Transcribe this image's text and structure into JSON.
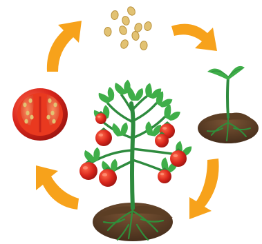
{
  "diagram": {
    "type": "life-cycle",
    "subject": "tomato plant",
    "stages": [
      {
        "id": "seeds",
        "icon": "seeds-icon",
        "label": ""
      },
      {
        "id": "seedling",
        "icon": "seedling-icon",
        "label": ""
      },
      {
        "id": "mature-plant",
        "icon": "tomato-plant-icon",
        "label": ""
      },
      {
        "id": "fruit",
        "icon": "tomato-cross-section-icon",
        "label": ""
      }
    ],
    "arrows": [
      {
        "from": "seeds",
        "to": "seedling"
      },
      {
        "from": "seedling",
        "to": "mature-plant"
      },
      {
        "from": "mature-plant",
        "to": "fruit"
      },
      {
        "from": "fruit",
        "to": "seeds"
      }
    ],
    "colors": {
      "arrow": "#F7A21B",
      "tomato": "#D9261C",
      "tomato_flesh": "#F15A3A",
      "seed": "#E2C273",
      "leaf": "#3FAE49",
      "stem": "#2E8B3E",
      "soil": "#6B4A2E",
      "soil_dark": "#4A3120",
      "root": "#2F8F3A"
    }
  }
}
